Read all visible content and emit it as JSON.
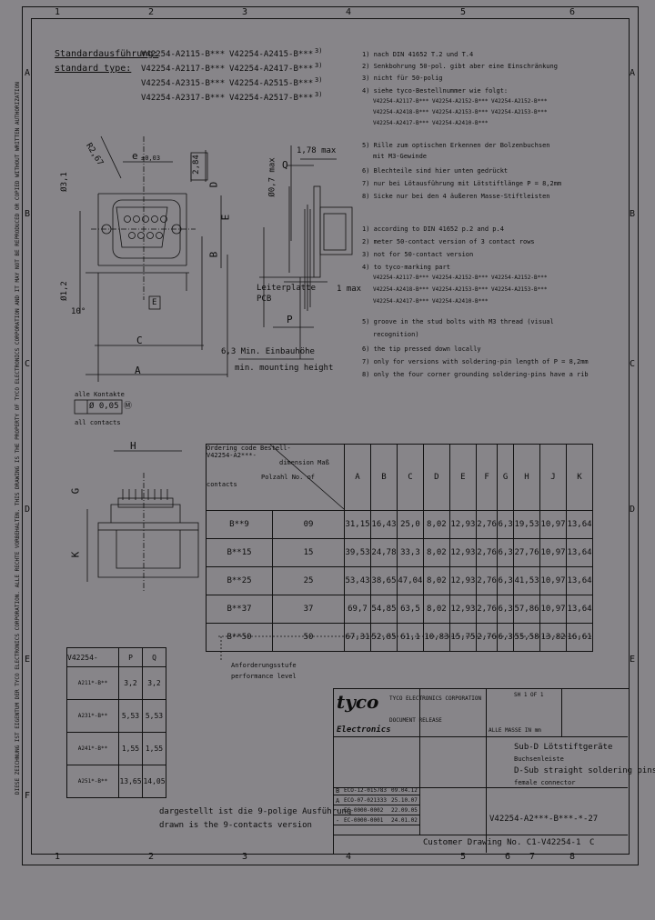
{
  "border": {
    "columns": [
      "1",
      "2",
      "3",
      "4",
      "5",
      "6"
    ],
    "columns_bottom": [
      "1",
      "2",
      "3",
      "4",
      "5",
      "6",
      "7",
      "8"
    ],
    "rows": [
      "A",
      "B",
      "C",
      "D",
      "E",
      "F"
    ]
  },
  "left_margin_note": "DIESE ZEICHNUNG IST EIGENTUM DER TYCO ELECTRONICS CORPORATION. ALLE RECHTE VORBEHALTEN. THIS DRAWING IS THE PROPERTY OF TYCO ELECTRONICS CORPORATION AND IT MAY NOT BE REPRODUCED OR COPIED WITHOUT WRITTEN AUTHORIZATION",
  "header": {
    "standard_de": "Standardausführung:",
    "standard_en": "standard type:",
    "types": [
      [
        "V42254-A2115-B***",
        "V42254-A2415-B***",
        "3)"
      ],
      [
        "V42254-A2117-B***",
        "V42254-A2417-B***",
        "3)"
      ],
      [
        "V42254-A2315-B***",
        "V42254-A2515-B***",
        "3)"
      ],
      [
        "V42254-A2317-B***",
        "V42254-A2517-B***",
        "3)"
      ]
    ]
  },
  "notes_de": [
    "1) nach DIN 41652 T.2 und T.4",
    "2) Senkbohrung 50-pol. gibt aber eine Einschränkung",
    "3) nicht für 50-polig",
    "4) siehe tyco-Bestellnummer wie folgt:",
    "V42254-A2117-B***  V42254-A2152-B***  V42254-A2152-B***",
    "V42254-A2418-B***  V42254-A2153-B***  V42254-A2153-B***",
    "V42254-A2417-B***  V42254-A2410-B***",
    "5) Rille zum optischen Erkennen der Bolzenbuchsen",
    "mit M3-Gewinde",
    "6) Blechteile sind hier unten gedrückt",
    "7) nur bei Lötausführung mit Lötstiftlänge P = 8,2mm",
    "8) Sicke nur bei den 4 äußeren Masse-Stiftleisten"
  ],
  "notes_en": [
    "1) according to DIN 41652 p.2 and p.4",
    "2) meter 50-contact version of 3 contact rows",
    "3) not for 50-contact version",
    "4) to tyco-marking part",
    "V42254-A2117-B***  V42254-A2152-B***  V42254-A2152-B***",
    "V42254-A2418-B***  V42254-A2153-B***  V42254-A2153-B***",
    "V42254-A2417-B***  V42254-A2410-B***",
    "5) groove in the stud bolts with M3 thread (visual",
    "recognition)",
    "6) the tip pressed down locally",
    "7) only for versions with soldering-pin length of P = 8,2mm",
    "8) only the four corner grounding soldering-pins have a rib"
  ],
  "drawing_labels": {
    "e": "e",
    "e_tol": "±0,03",
    "r": "R2,67",
    "dia_3": "Ø3,1",
    "dim_284": "2,84",
    "dim_d": "D",
    "dim_e": "E",
    "dim_b": "B",
    "dim_c": "C",
    "dim_a": "A",
    "dia_12": "Ø1,2",
    "deg": "10°",
    "dim_178": "1,78 max",
    "dim_q": "Q",
    "dia_07": "Ø0,7 max",
    "dim_1max": "1 max",
    "leiterplatte": "Leiterplatte",
    "pcb": "PCB",
    "dim_p": "P",
    "mount_de": "6,3 Min. Einbauhöhe",
    "mount_en": "min. mounting height",
    "all_contacts_de": "alle Kontakte",
    "tolerance": "Ø 0,05 Ⓜ",
    "all_contacts_en": "all contacts",
    "dim_h": "H",
    "dim_g": "G",
    "dim_k": "K"
  },
  "dims_table": {
    "head_de": "Ordering code Bestell-",
    "head_code": "V42254-A2***-",
    "dim_label_de": "dimension Maß",
    "pol_label": "Polzahl No. of contacts",
    "columns": [
      "A",
      "B",
      "C",
      "D",
      "E",
      "F",
      "G",
      "H",
      "J",
      "K"
    ],
    "rows": [
      {
        "code": "B**9",
        "n": "09",
        "v": [
          "31,15",
          "16,43",
          "25,0",
          "8,02",
          "12,93",
          "2,76",
          "6,3",
          "19,53",
          "10,97",
          "13,64"
        ]
      },
      {
        "code": "B**15",
        "n": "15",
        "v": [
          "39,53",
          "24,78",
          "33,3",
          "8,02",
          "12,93",
          "2,76",
          "6,3",
          "27,76",
          "10,97",
          "13,64"
        ]
      },
      {
        "code": "B**25",
        "n": "25",
        "v": [
          "53,43",
          "38,65",
          "47,04",
          "8,02",
          "12,93",
          "2,76",
          "6,3",
          "41,53",
          "10,97",
          "13,64"
        ]
      },
      {
        "code": "B**37",
        "n": "37",
        "v": [
          "69,7",
          "54,85",
          "63,5",
          "8,02",
          "12,93",
          "2,76",
          "6,3",
          "57,86",
          "10,97",
          "13,64"
        ]
      },
      {
        "code": "B**50",
        "n": "50",
        "v": [
          "67,31",
          "52,85",
          "61,1",
          "10,83",
          "15,75",
          "2,76",
          "6,3",
          "55,58",
          "13,82",
          "16,61"
        ]
      }
    ],
    "level_de": "Anforderungsstufe",
    "level_en": "performance level"
  },
  "pq_table": {
    "header": [
      "V42254-",
      "P",
      "Q"
    ],
    "rows": [
      [
        "A211*-B**",
        "3,2",
        "3,2"
      ],
      [
        "A231*-B**",
        "5,53",
        "5,53"
      ],
      [
        "A241*-B**",
        "1,55",
        "1,55"
      ],
      [
        "A251*-B**",
        "13,65",
        "14,05"
      ]
    ]
  },
  "bottom_note_de": "dargestellt ist die 9-polige Ausführung",
  "bottom_note_en": "drawn is the 9-contacts version",
  "title_block": {
    "logo": "tyco",
    "logo_sub": "Electronics",
    "company": "TYCO ELECTRONICS CORPORATION",
    "dokumentname": "DOCUMENT RELEASE",
    "sheet": "SH 1 OF 1",
    "scale": "ALLE MASSE IN mm",
    "title_de_1": "Sub-D Lötstiftgeräte",
    "title_de_2": "Buchsenleiste",
    "title_en_1": "D-Sub straight soldering pins",
    "title_en_2": "female connector",
    "drawing_no": "V42254-A2***-B***-*-27",
    "customer_drawing": "Customer Drawing No. C1-V42254-1",
    "rev": "C",
    "rev_rows": [
      [
        "B",
        "ECO-12-015783",
        "09.04.12"
      ],
      [
        "A",
        "ECO-07-021333",
        "25.10.07"
      ],
      [
        "-",
        "EC-0000-0002",
        "22.09.05"
      ],
      [
        "-",
        "EC-0000-0001",
        "24.01.02"
      ]
    ]
  }
}
